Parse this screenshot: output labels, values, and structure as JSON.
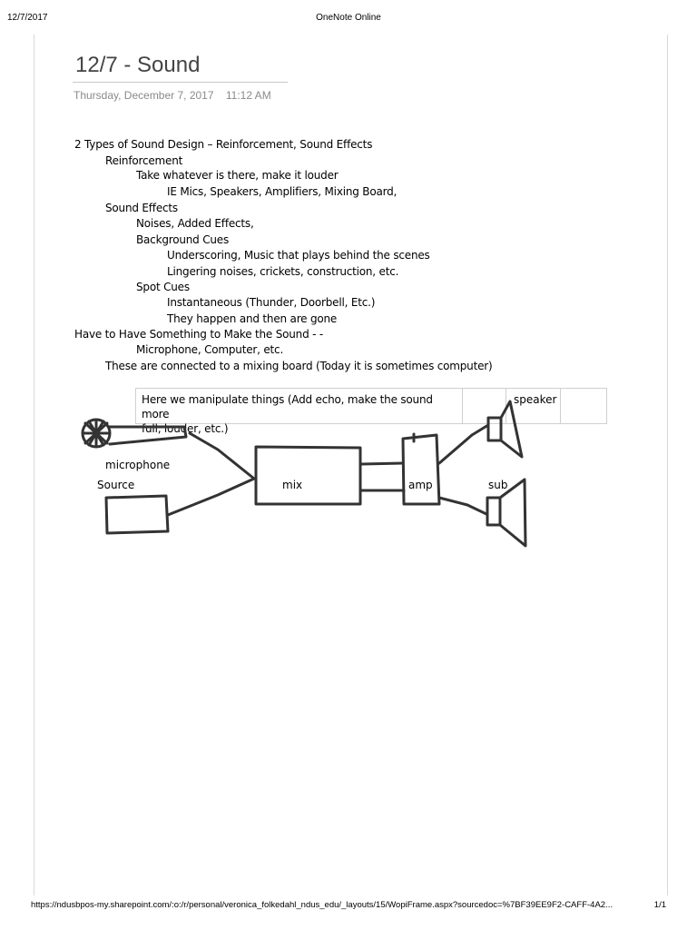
{
  "print_header": {
    "date": "12/7/2017",
    "title": "OneNote Online"
  },
  "page": {
    "title": "12/7 - Sound",
    "date": "Thursday, December 7, 2017",
    "time": "11:12 AM"
  },
  "notes": [
    "2 Types of Sound Design – Reinforcement, Sound Effects",
    "Reinforcement",
    "Take whatever is there, make it louder",
    "IE Mics, Speakers, Amplifiers, Mixing Board,",
    "Sound Effects",
    "Noises, Added Effects,",
    "Background Cues",
    "Underscoring, Music that plays behind the scenes",
    "Lingering noises, crickets, construction, etc.",
    "Spot Cues",
    "Instantaneous (Thunder, Doorbell, Etc.)",
    "They happen and then are gone",
    "Have to Have Something to Make the Sound - -",
    "Microphone, Computer, etc.",
    "These are connected to a mixing board (Today it is sometimes computer)"
  ],
  "table": {
    "cell_1_line_1": "Here we manipulate things (Add echo, make the sound more",
    "cell_1_line_2": "full, louder, etc.)",
    "cell_3": "speaker"
  },
  "diagram_labels": {
    "microphone": "microphone",
    "source": "Source",
    "mix": "mix",
    "amp": "amp",
    "sub": "sub"
  },
  "print_footer": {
    "url": "https://ndusbpos-my.sharepoint.com/:o:/r/personal/veronica_folkedahl_ndus_edu/_layouts/15/WopiFrame.aspx?sourcedoc=%7BF39EE9F2-CAFF-4A2...",
    "page": "1/1"
  }
}
